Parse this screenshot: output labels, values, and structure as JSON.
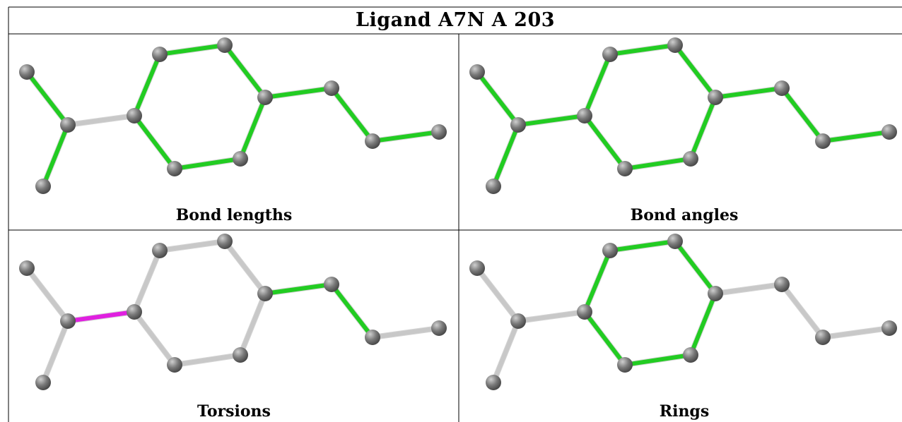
{
  "title": "Ligand A7N A 203",
  "colors": {
    "atom": "#7a7a7a",
    "bond_outlier": "#22cc22",
    "bond_normal": "#c8c8c8",
    "bond_torsion": "#e020e0"
  },
  "molecule": {
    "atoms": [
      "a1",
      "a2",
      "a3",
      "a4",
      "a5",
      "a6",
      "a7",
      "a8",
      "a9",
      "a10",
      "a11",
      "a12"
    ],
    "bonds": [
      {
        "id": "b1",
        "from": "a1",
        "to": "a2"
      },
      {
        "id": "b2",
        "from": "a2",
        "to": "a3"
      },
      {
        "id": "b3",
        "from": "a2",
        "to": "a4"
      },
      {
        "id": "b4",
        "from": "a4",
        "to": "a5"
      },
      {
        "id": "b5",
        "from": "a5",
        "to": "a6"
      },
      {
        "id": "b6",
        "from": "a6",
        "to": "a7"
      },
      {
        "id": "b7",
        "from": "a7",
        "to": "a8"
      },
      {
        "id": "b8",
        "from": "a8",
        "to": "a9"
      },
      {
        "id": "b9",
        "from": "a9",
        "to": "a4"
      },
      {
        "id": "b10",
        "from": "a7",
        "to": "a10"
      },
      {
        "id": "b11",
        "from": "a10",
        "to": "a11"
      },
      {
        "id": "b12",
        "from": "a11",
        "to": "a12"
      }
    ]
  },
  "panels": [
    {
      "caption": "Bond lengths",
      "bond_status": {
        "b1": "outlier",
        "b2": "outlier",
        "b3": "normal",
        "b4": "outlier",
        "b5": "outlier",
        "b6": "outlier",
        "b7": "outlier",
        "b8": "outlier",
        "b9": "outlier",
        "b10": "outlier",
        "b11": "outlier",
        "b12": "outlier"
      }
    },
    {
      "caption": "Bond angles",
      "bond_status": {
        "b1": "outlier",
        "b2": "outlier",
        "b3": "outlier",
        "b4": "outlier",
        "b5": "outlier",
        "b6": "outlier",
        "b7": "outlier",
        "b8": "outlier",
        "b9": "outlier",
        "b10": "outlier",
        "b11": "outlier",
        "b12": "outlier"
      }
    },
    {
      "caption": "Torsions",
      "bond_status": {
        "b1": "normal",
        "b2": "normal",
        "b3": "torsion",
        "b4": "normal",
        "b5": "normal",
        "b6": "normal",
        "b7": "normal",
        "b8": "normal",
        "b9": "normal",
        "b10": "outlier",
        "b11": "outlier",
        "b12": "normal"
      }
    },
    {
      "caption": "Rings",
      "bond_status": {
        "b1": "normal",
        "b2": "normal",
        "b3": "normal",
        "b4": "outlier",
        "b5": "outlier",
        "b6": "outlier",
        "b7": "outlier",
        "b8": "outlier",
        "b9": "outlier",
        "b10": "normal",
        "b11": "normal",
        "b12": "normal"
      }
    }
  ]
}
